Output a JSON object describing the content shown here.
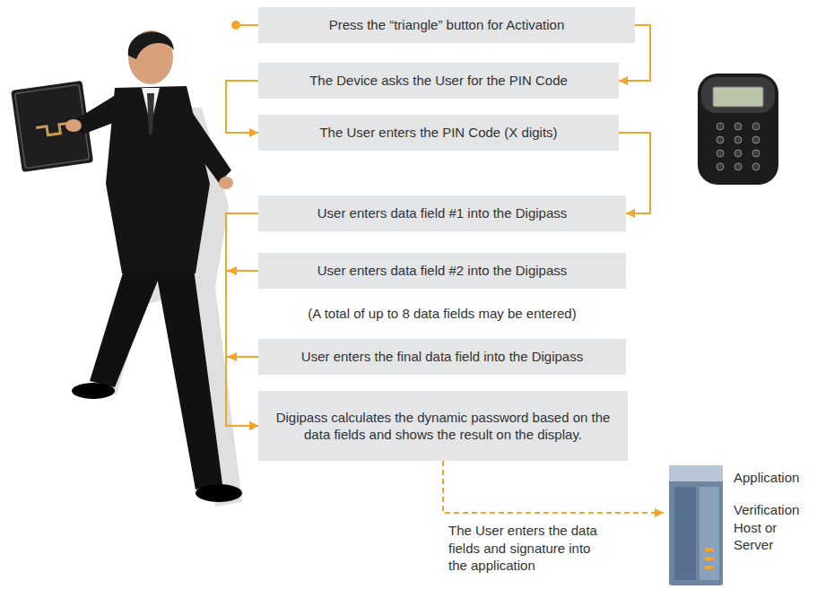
{
  "diagram": {
    "nodes": [
      {
        "text": [
          "Press the “triangle” button for Activation"
        ]
      },
      {
        "text": [
          "The Device asks the User for the PIN Code"
        ]
      },
      {
        "text": [
          "The User enters the PIN Code (X digits)"
        ]
      },
      {
        "text": [
          "User enters data field #1 into the Digipass"
        ]
      },
      {
        "text": [
          "User enters data field #2 into the Digipass"
        ]
      },
      {
        "text": [
          "User enters the final data field into the Digipass"
        ]
      },
      {
        "text": [
          "Digipass calculates the dynamic password based on the data fields and shows the result on the display."
        ]
      },
      {
        "text": [
          "Application",
          "Verification Host or Server"
        ]
      }
    ],
    "edges": [
      {
        "from": 0,
        "to": 1,
        "arrow": "to"
      },
      {
        "from": 1,
        "to": 2,
        "arrow": "to"
      },
      {
        "from": 2,
        "to": 3,
        "arrow": "to"
      },
      {
        "from": 3,
        "to": 6,
        "arrow": "to"
      },
      {
        "from": 4,
        "to": 6,
        "arrow": "to"
      },
      {
        "from": 5,
        "to": 6,
        "arrow": "to"
      },
      {
        "from": 6,
        "to": 7,
        "label": "The User enters the data fields and signature into the application",
        "arrow": "to"
      }
    ],
    "labels": [
      "(A total of up to 8 data fields may be entered)"
    ]
  }
}
